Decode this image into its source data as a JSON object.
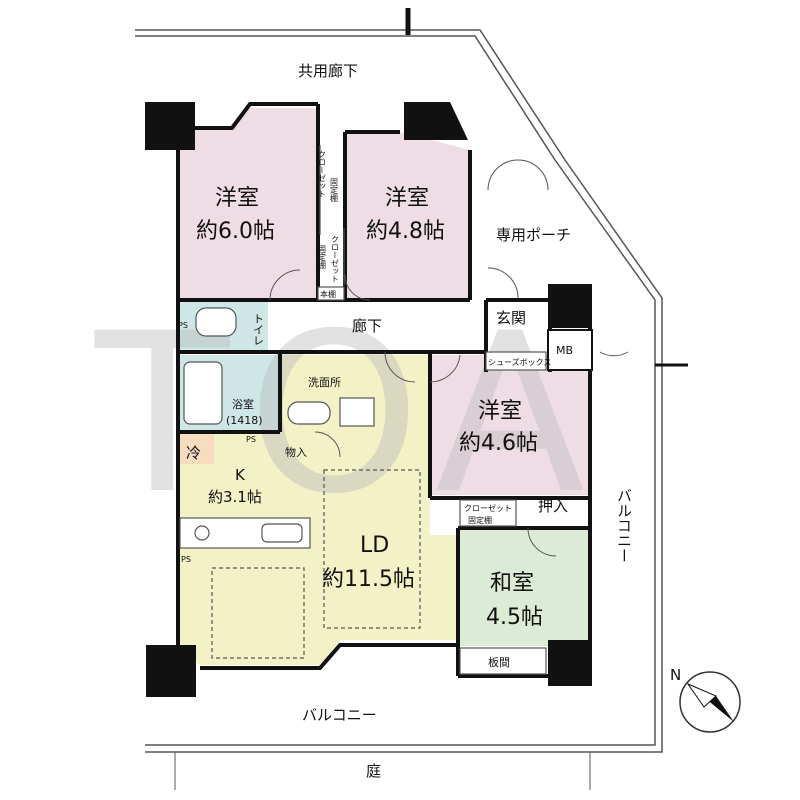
{
  "labels": {
    "corridor_top": "共用廊下",
    "room_6": "洋室",
    "room_6_area": "約6.0帖",
    "room_48": "洋室",
    "room_48_area": "約4.8帖",
    "porch": "専用ポーチ",
    "closet_v1": "クローゼット",
    "shelf_v1": "固定棚",
    "closet_v2": "クローゼット",
    "shelf_v2": "固定棚",
    "bookshelf": "本棚",
    "toilet": "トイレ",
    "ps": "PS",
    "hallway": "廊下",
    "entrance": "玄関",
    "shoebox": "シューズボックス",
    "mb": "MB",
    "bath": "浴室",
    "bath_size": "(1418)",
    "washroom": "洗面所",
    "fridge": "冷",
    "storage": "物入",
    "kitchen": "K",
    "kitchen_area": "約3.1帖",
    "room_46": "洋室",
    "room_46_area": "約4.6帖",
    "closet_h": "クローゼット",
    "shelf_h": "固定棚",
    "oshiire": "押入",
    "ld": "LD",
    "ld_area": "約11.5帖",
    "washitsu": "和室",
    "washitsu_area": "4.5帖",
    "itama": "板間",
    "balcony_side": "バルコニー",
    "balcony_bottom": "バルコニー",
    "garden": "庭",
    "north": "N",
    "watermark": "TOA"
  },
  "colors": {
    "western_room": "#efdde6",
    "wet_area": "#cfe6e6",
    "ld_kitchen": "#f2f2c6",
    "washitsu": "#dcebd6",
    "fridge_spot": "#f7dcc0",
    "wall": "#111111"
  }
}
